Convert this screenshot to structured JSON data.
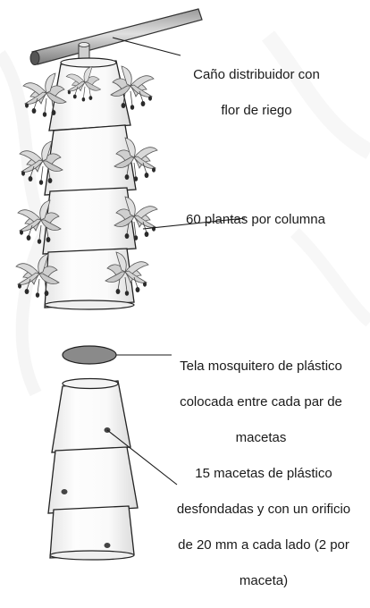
{
  "diagram": {
    "title": "",
    "colors": {
      "ink": "#1a1a1a",
      "pot_fill": "#fbfbfb",
      "pot_shade": "#e4e4e4",
      "mesh_fill": "#8a8a8a",
      "leaf": "#d8d8d8",
      "leaf_edge": "#555555",
      "berry": "#2a2a2a",
      "background_watermark": "#f1f1f1"
    },
    "labels": {
      "pipe": [
        "Caño distribuidor con",
        "flor de riego"
      ],
      "plants": [
        "60 plantas por columna"
      ],
      "mesh": [
        "Tela mosquitero de plástico",
        "colocada entre cada par de",
        "macetas"
      ],
      "pots": [
        "15 macetas de plástico",
        "desfondadas y con un orificio",
        "de 20 mm a cada lado (2 por",
        "maceta)"
      ]
    },
    "icons": {
      "pipe": "irrigation-pipe-icon",
      "plant": "strawberry-plant-icon",
      "mesh": "mesh-disc-icon",
      "pot": "plastic-pot-icon"
    }
  }
}
